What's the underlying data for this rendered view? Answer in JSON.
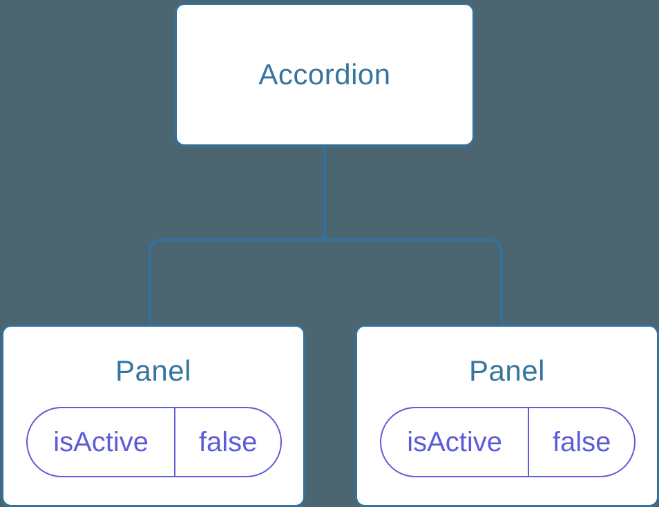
{
  "diagram": {
    "type": "component-tree",
    "root": {
      "label": "Accordion"
    },
    "children": [
      {
        "label": "Panel",
        "state": {
          "key": "isActive",
          "value": "false"
        }
      },
      {
        "label": "Panel",
        "state": {
          "key": "isActive",
          "value": "false"
        }
      }
    ]
  },
  "palette": {
    "background": "#4c6671",
    "node_fill": "#ffffff",
    "node_border": "#34719e",
    "node_label_text": "#35759f",
    "connector_line": "#34719e",
    "state_accent": "#5c5cd8"
  }
}
